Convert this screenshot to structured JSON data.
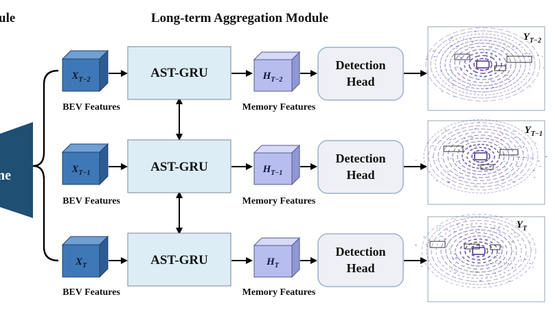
{
  "header": {
    "left_fragment": "ule",
    "title": "Long-term Aggregation Module"
  },
  "backbone_fragment": "ne",
  "rows": [
    {
      "input_symbol": "X",
      "input_subscript": "T−2",
      "input_caption": "BEV Features",
      "module_label": "AST-GRU",
      "memory_symbol": "H",
      "memory_subscript": "T−2",
      "memory_caption": "Memory Features",
      "head_line1": "Detection",
      "head_line2": "Head",
      "output_symbol": "Y",
      "output_subscript": "T−2"
    },
    {
      "input_symbol": "X",
      "input_subscript": "T−1",
      "input_caption": "BEV Features",
      "module_label": "AST-GRU",
      "memory_symbol": "H",
      "memory_subscript": "T−1",
      "memory_caption": "Memory Features",
      "head_line1": "Detection",
      "head_line2": "Head",
      "output_symbol": "Y",
      "output_subscript": "T−1"
    },
    {
      "input_symbol": "X",
      "input_subscript": "T",
      "input_caption": "BEV Features",
      "module_label": "AST-GRU",
      "memory_symbol": "H",
      "memory_subscript": "T",
      "memory_caption": "Memory Features",
      "head_line1": "Detection",
      "head_line2": "Head",
      "output_symbol": "Y",
      "output_subscript": "T"
    }
  ],
  "colors": {
    "input_cube_front": "#3f78b6",
    "input_cube_top": "#6f9fd3",
    "input_cube_side": "#2d5c94",
    "memory_cube_front": "#b8bdf0",
    "memory_cube_top": "#d6d9f8",
    "memory_cube_side": "#9097d6",
    "gru_fill": "#dcedf6",
    "head_fill": "#eef0f5",
    "head_border": "#9ab0d0",
    "backbone_fill": "#1f4f73",
    "lidar_points": "#4a2d8a"
  }
}
